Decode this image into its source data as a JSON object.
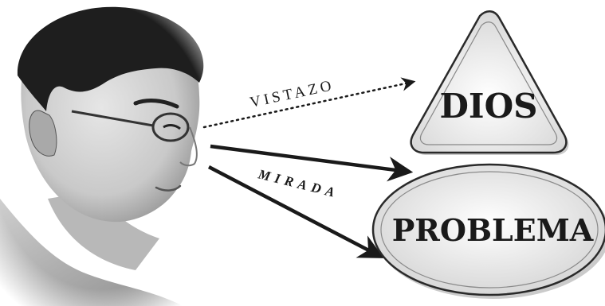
{
  "diagram": {
    "arrows": [
      {
        "id": "vistazo",
        "label": "VISTAZO",
        "style": "dotted",
        "target": "dios"
      },
      {
        "id": "mirada",
        "label": "MIRADA",
        "style": "solid",
        "target": "problema"
      }
    ],
    "nodes": {
      "dios": {
        "label": "DIOS",
        "shape": "triangle"
      },
      "problema": {
        "label": "PROBLEMA",
        "shape": "ellipse"
      }
    },
    "figure": {
      "subject": "person-profile-with-glasses"
    }
  },
  "colors": {
    "ink": "#1a1a1a",
    "shape_fill": "#f4f4f4",
    "shape_stroke": "#2a2a2a"
  }
}
